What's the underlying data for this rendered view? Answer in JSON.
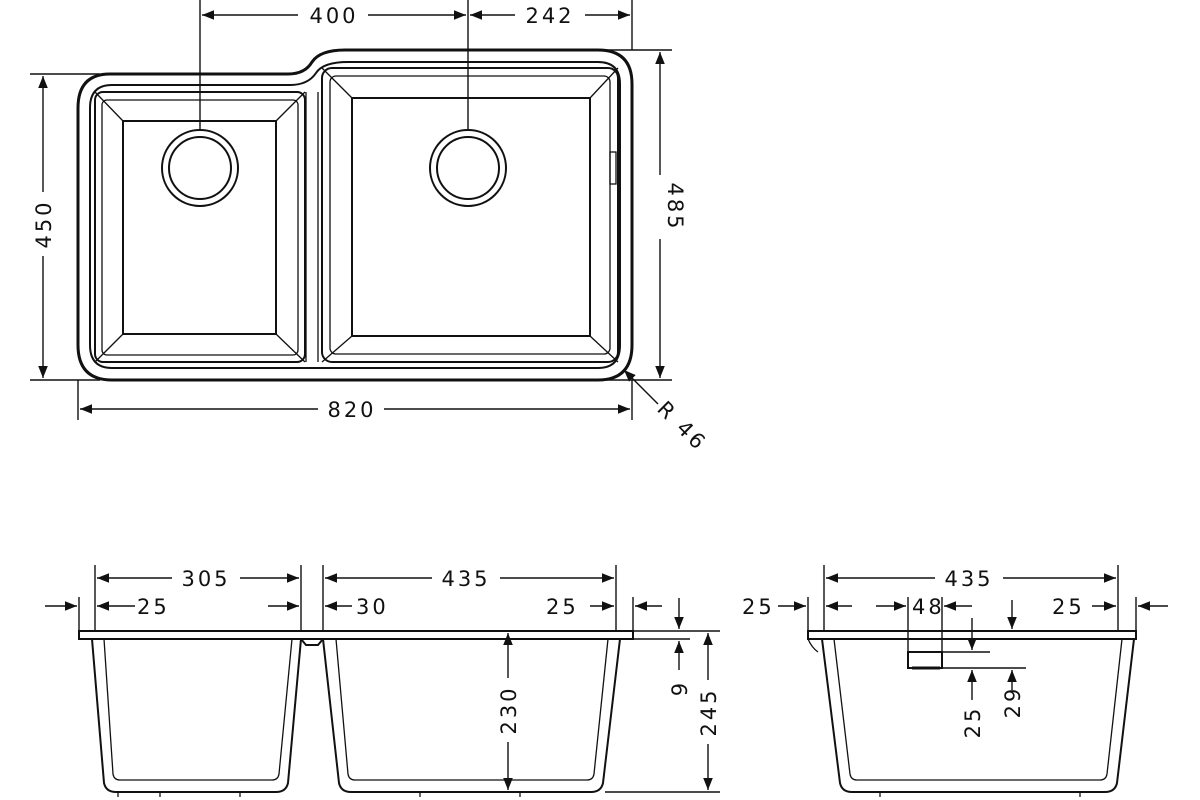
{
  "top_view": {
    "dims": {
      "left_bowl_to_drain": "400",
      "drain_to_right_edge": "242",
      "overall_depth": "450",
      "right_depth": "485",
      "overall_width": "820",
      "corner_radius": "R 46"
    }
  },
  "front_view": {
    "dims": {
      "left_bowl_width": "305",
      "left_offset": "25",
      "right_bowl_width": "435",
      "right_offset_left": "30",
      "right_offset_right": "25",
      "bowl_depth": "230",
      "flange": "9",
      "overall_height": "245"
    }
  },
  "side_view": {
    "dims": {
      "bowl_width": "435",
      "left_offset": "25",
      "overflow_width": "48",
      "right_offset": "25",
      "overflow_top": "25",
      "overflow_height": "29"
    }
  }
}
